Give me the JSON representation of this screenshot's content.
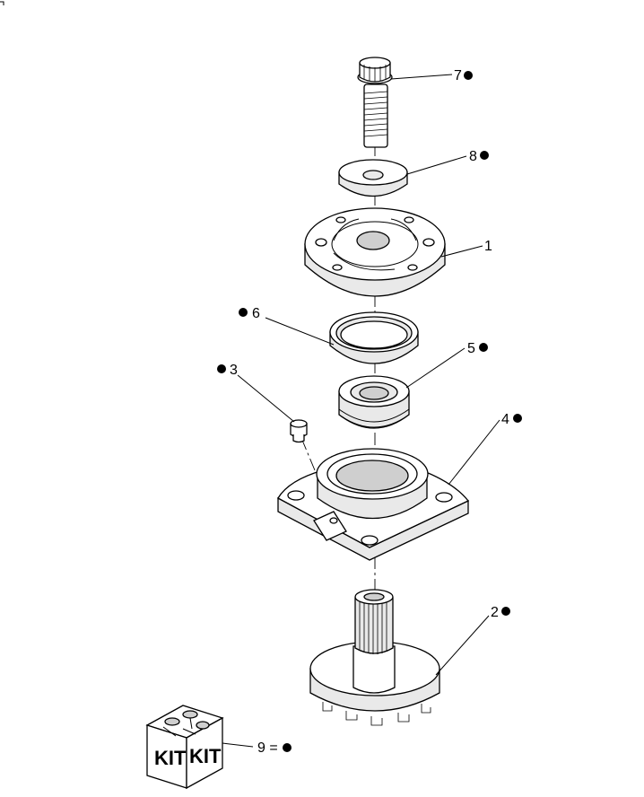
{
  "callouts": [
    {
      "id": "7",
      "text": "7",
      "marker": "filled-circle"
    },
    {
      "id": "8",
      "text": "8",
      "marker": "filled-circle"
    },
    {
      "id": "1",
      "text": "1",
      "marker": "none"
    },
    {
      "id": "6",
      "text": "6",
      "marker": "filled-circle"
    },
    {
      "id": "5",
      "text": "5",
      "marker": "filled-circle"
    },
    {
      "id": "3",
      "text": "3",
      "marker": "filled-circle"
    },
    {
      "id": "4",
      "text": "4",
      "marker": "filled-circle"
    },
    {
      "id": "2",
      "text": "2",
      "marker": "filled-circle"
    },
    {
      "id": "9",
      "text": "9 =",
      "marker": "filled-circle"
    }
  ],
  "kit_box": {
    "face_left": "KIT",
    "face_right": "KIT"
  },
  "colors": {
    "line": "#000000",
    "background": "#ffffff",
    "shade": "#e9e9e9"
  }
}
